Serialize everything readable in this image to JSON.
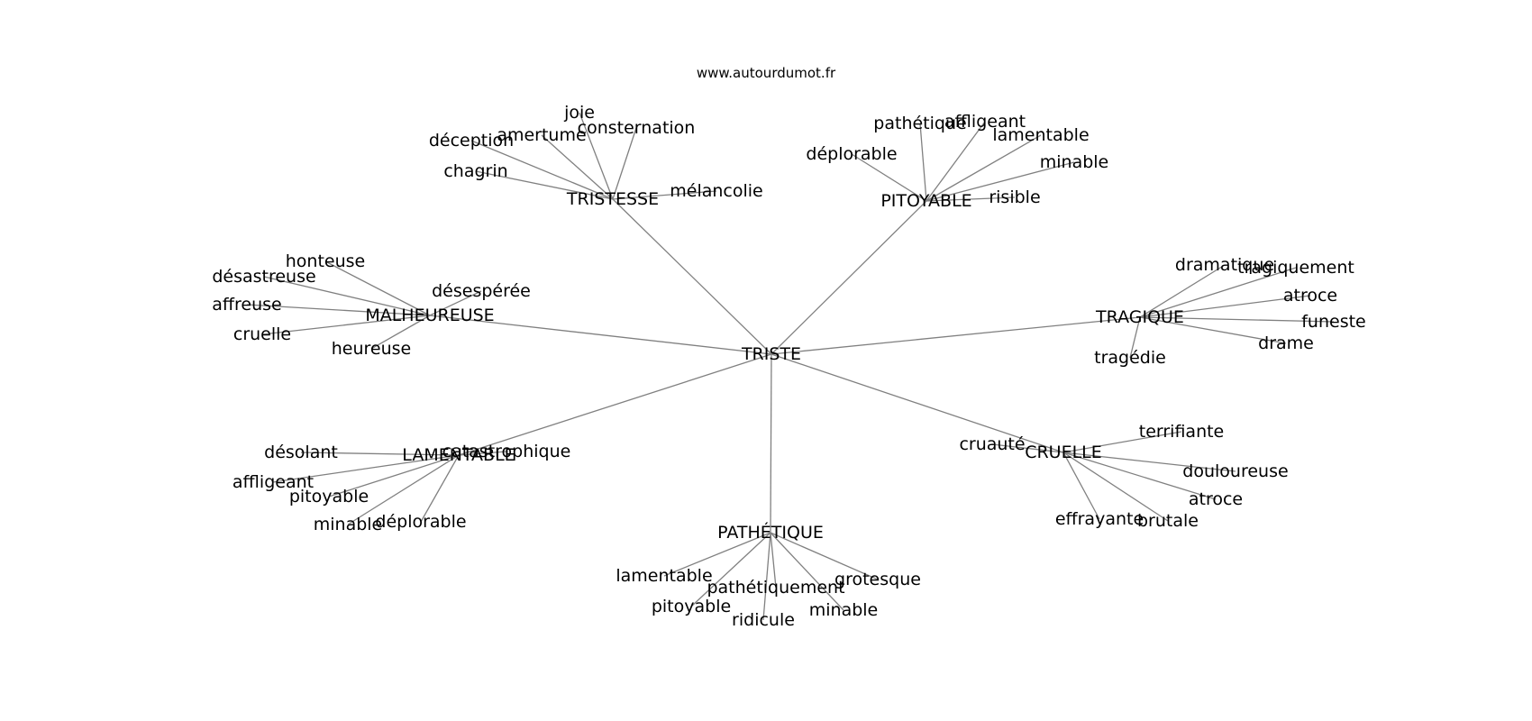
{
  "source": "www.autourdumot.fr",
  "center": "TRISTE",
  "edge_color": "#808080",
  "clusters": [
    {
      "label": "TRISTESSE",
      "words": [
        "joie",
        "amertume",
        "consternation",
        "déception",
        "chagrin",
        "mélancolie"
      ]
    },
    {
      "label": "PITOYABLE",
      "words": [
        "pathétique",
        "affligeant",
        "lamentable",
        "déplorable",
        "minable",
        "risible"
      ]
    },
    {
      "label": "MALHEUREUSE",
      "words": [
        "honteuse",
        "désastreuse",
        "désespérée",
        "affreuse",
        "cruelle",
        "heureuse"
      ]
    },
    {
      "label": "TRAGIQUE",
      "words": [
        "dramatique",
        "tragiquement",
        "atroce",
        "funeste",
        "drame",
        "tragédie"
      ]
    },
    {
      "label": "LAMENTABLE",
      "words": [
        "désolant",
        "catastrophique",
        "affligeant",
        "pitoyable",
        "minable",
        "déplorable"
      ]
    },
    {
      "label": "CRUELLE",
      "words": [
        "cruauté",
        "terrifiante",
        "douloureuse",
        "atroce",
        "effrayante",
        "brutale"
      ]
    },
    {
      "label": "PATHÉTIQUE",
      "words": [
        "lamentable",
        "grotesque",
        "pathétiquement",
        "pitoyable",
        "ridicule",
        "minable"
      ]
    }
  ]
}
